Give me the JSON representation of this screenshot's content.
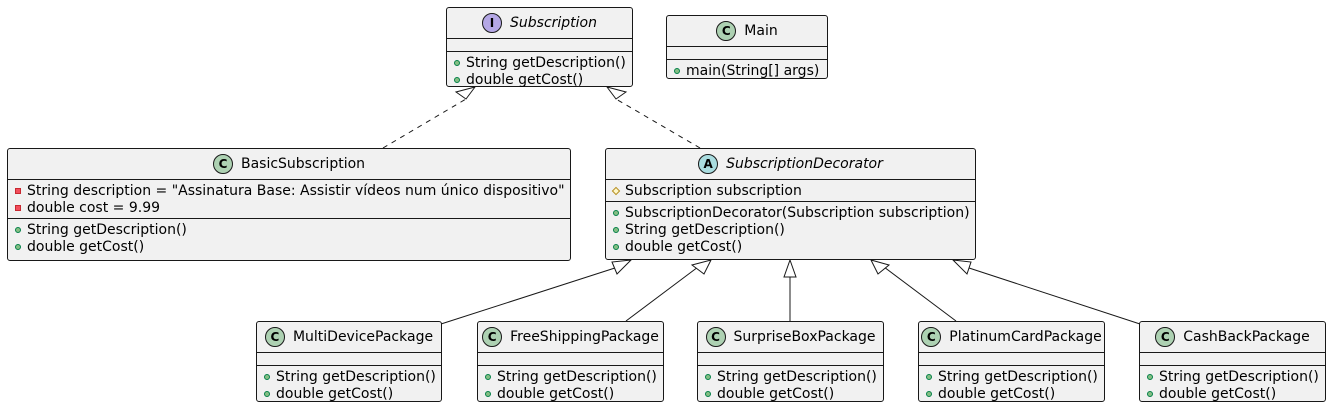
{
  "classes": {
    "subscription": {
      "name": "Subscription",
      "stereotype_letter": "I",
      "fields": [],
      "methods": [
        {
          "vis": "public",
          "text": "String getDescription()"
        },
        {
          "vis": "public",
          "text": "double getCost()"
        }
      ]
    },
    "main": {
      "name": "Main",
      "stereotype_letter": "C",
      "fields": [],
      "methods": [
        {
          "vis": "public",
          "text": "main(String[] args)"
        }
      ]
    },
    "basic_subscription": {
      "name": "BasicSubscription",
      "stereotype_letter": "C",
      "fields": [
        {
          "vis": "private",
          "text": "String description = \"Assinatura Base: Assistir vídeos num único dispositivo\""
        },
        {
          "vis": "private",
          "text": "double cost = 9.99"
        }
      ],
      "methods": [
        {
          "vis": "public",
          "text": "String getDescription()"
        },
        {
          "vis": "public",
          "text": "double getCost()"
        }
      ]
    },
    "subscription_decorator": {
      "name": "SubscriptionDecorator",
      "stereotype_letter": "A",
      "fields": [
        {
          "vis": "protected",
          "text": "Subscription subscription"
        }
      ],
      "methods": [
        {
          "vis": "public",
          "text": "SubscriptionDecorator(Subscription subscription)"
        },
        {
          "vis": "public",
          "text": "String getDescription()"
        },
        {
          "vis": "public",
          "text": "double getCost()"
        }
      ]
    },
    "multi_device_package": {
      "name": "MultiDevicePackage",
      "stereotype_letter": "C",
      "fields": [],
      "methods": [
        {
          "vis": "public",
          "text": "String getDescription()"
        },
        {
          "vis": "public",
          "text": "double getCost()"
        }
      ]
    },
    "free_shipping_package": {
      "name": "FreeShippingPackage",
      "stereotype_letter": "C",
      "fields": [],
      "methods": [
        {
          "vis": "public",
          "text": "String getDescription()"
        },
        {
          "vis": "public",
          "text": "double getCost()"
        }
      ]
    },
    "surprise_box_package": {
      "name": "SurpriseBoxPackage",
      "stereotype_letter": "C",
      "fields": [],
      "methods": [
        {
          "vis": "public",
          "text": "String getDescription()"
        },
        {
          "vis": "public",
          "text": "double getCost()"
        }
      ]
    },
    "platinum_card_package": {
      "name": "PlatinumCardPackage",
      "stereotype_letter": "C",
      "fields": [],
      "methods": [
        {
          "vis": "public",
          "text": "String getDescription()"
        },
        {
          "vis": "public",
          "text": "double getCost()"
        }
      ]
    },
    "cash_back_package": {
      "name": "CashBackPackage",
      "stereotype_letter": "C",
      "fields": [],
      "methods": [
        {
          "vis": "public",
          "text": "String getDescription()"
        },
        {
          "vis": "public",
          "text": "double getCost()"
        }
      ]
    }
  },
  "relations": [
    {
      "from": "basic_subscription",
      "to": "subscription",
      "kind": "realization"
    },
    {
      "from": "subscription_decorator",
      "to": "subscription",
      "kind": "realization"
    },
    {
      "from": "multi_device_package",
      "to": "subscription_decorator",
      "kind": "inheritance"
    },
    {
      "from": "free_shipping_package",
      "to": "subscription_decorator",
      "kind": "inheritance"
    },
    {
      "from": "surprise_box_package",
      "to": "subscription_decorator",
      "kind": "inheritance"
    },
    {
      "from": "platinum_card_package",
      "to": "subscription_decorator",
      "kind": "inheritance"
    },
    {
      "from": "cash_back_package",
      "to": "subscription_decorator",
      "kind": "inheritance"
    }
  ],
  "colors": {
    "box_fill": "#f1f1f1",
    "border": "#181818",
    "class_badge": "#add1b2",
    "interface_badge": "#b4a7e5",
    "abstract_badge": "#a9dcdf",
    "public_marker": "#84be84",
    "private_marker": "#f24d5c",
    "protected_marker": "#fff7c7"
  }
}
